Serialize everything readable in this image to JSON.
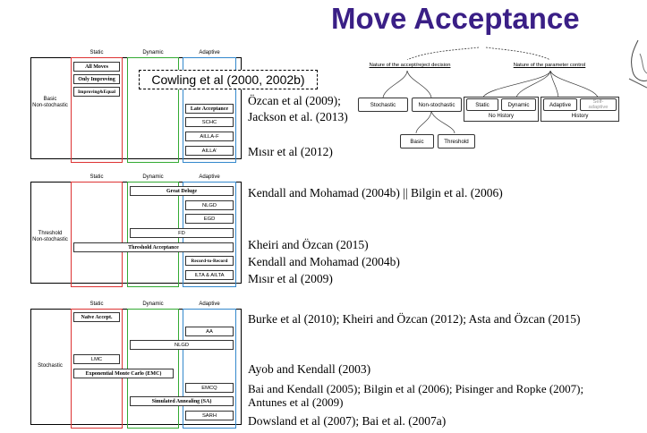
{
  "title": "Move Acceptance",
  "columns": [
    "Static",
    "Dynamic",
    "Adaptive"
  ],
  "sections": [
    {
      "label": "Basic\nNon-stochastic",
      "items": [
        "All Moves",
        "Only Improving",
        "Improving&Equal",
        "Late Acceptance",
        "SCHC",
        "AILLA-F",
        "AILLA",
        "'"
      ],
      "callout": "Cowling et al (2000, 2002b)"
    },
    {
      "label": "Threshold\nNon-stochastic",
      "items": [
        "Great Deluge",
        "NLGD",
        "EGD",
        "FD",
        "Threshold Acceptance",
        "Record-to-Record",
        "ILTA & AILTA"
      ]
    },
    {
      "label": "Stochastic",
      "items": [
        "Naïve Accept.",
        "AA",
        "NLGD",
        "LMC",
        "Exponential Monte Carlo (EMC)",
        "EMCQ",
        "Simulated Annealing (SA)",
        "SARH"
      ]
    }
  ],
  "references": [
    "Özcan et al (2009);",
    "Jackson et al. (2013)",
    "Mısır et al (2012)",
    "Kendall and Mohamad (2004b) || Bilgin et al. (2006)",
    "Kheiri and Özcan (2015)",
    "Kendall and Mohamad (2004b)",
    "Mısır et al (2009)",
    "Burke et al (2010); Kheiri and Özcan (2012); Asta and Özcan (2015)",
    "Ayob and Kendall (2003)",
    "Bai and Kendall (2005); Bilgin et al (2006); Pisinger and Ropke (2007);",
    "Antunes et al (2009)",
    "Dowsland et al (2007);  Bai et al. (2007a)"
  ],
  "taxonomy": {
    "branch_left": "Nature of the accept/reject decision",
    "branch_right": "Nature of the parameter control",
    "stochastic": "Stochastic",
    "non_stochastic": "Non-stochastic",
    "basic": "Basic",
    "threshold": "Threshold",
    "static": "Static",
    "dynamic": "Dynamic",
    "adaptive": "Adaptive",
    "self_adaptive": "Self-\nadaptive",
    "no_history": "No History",
    "history": "History"
  }
}
